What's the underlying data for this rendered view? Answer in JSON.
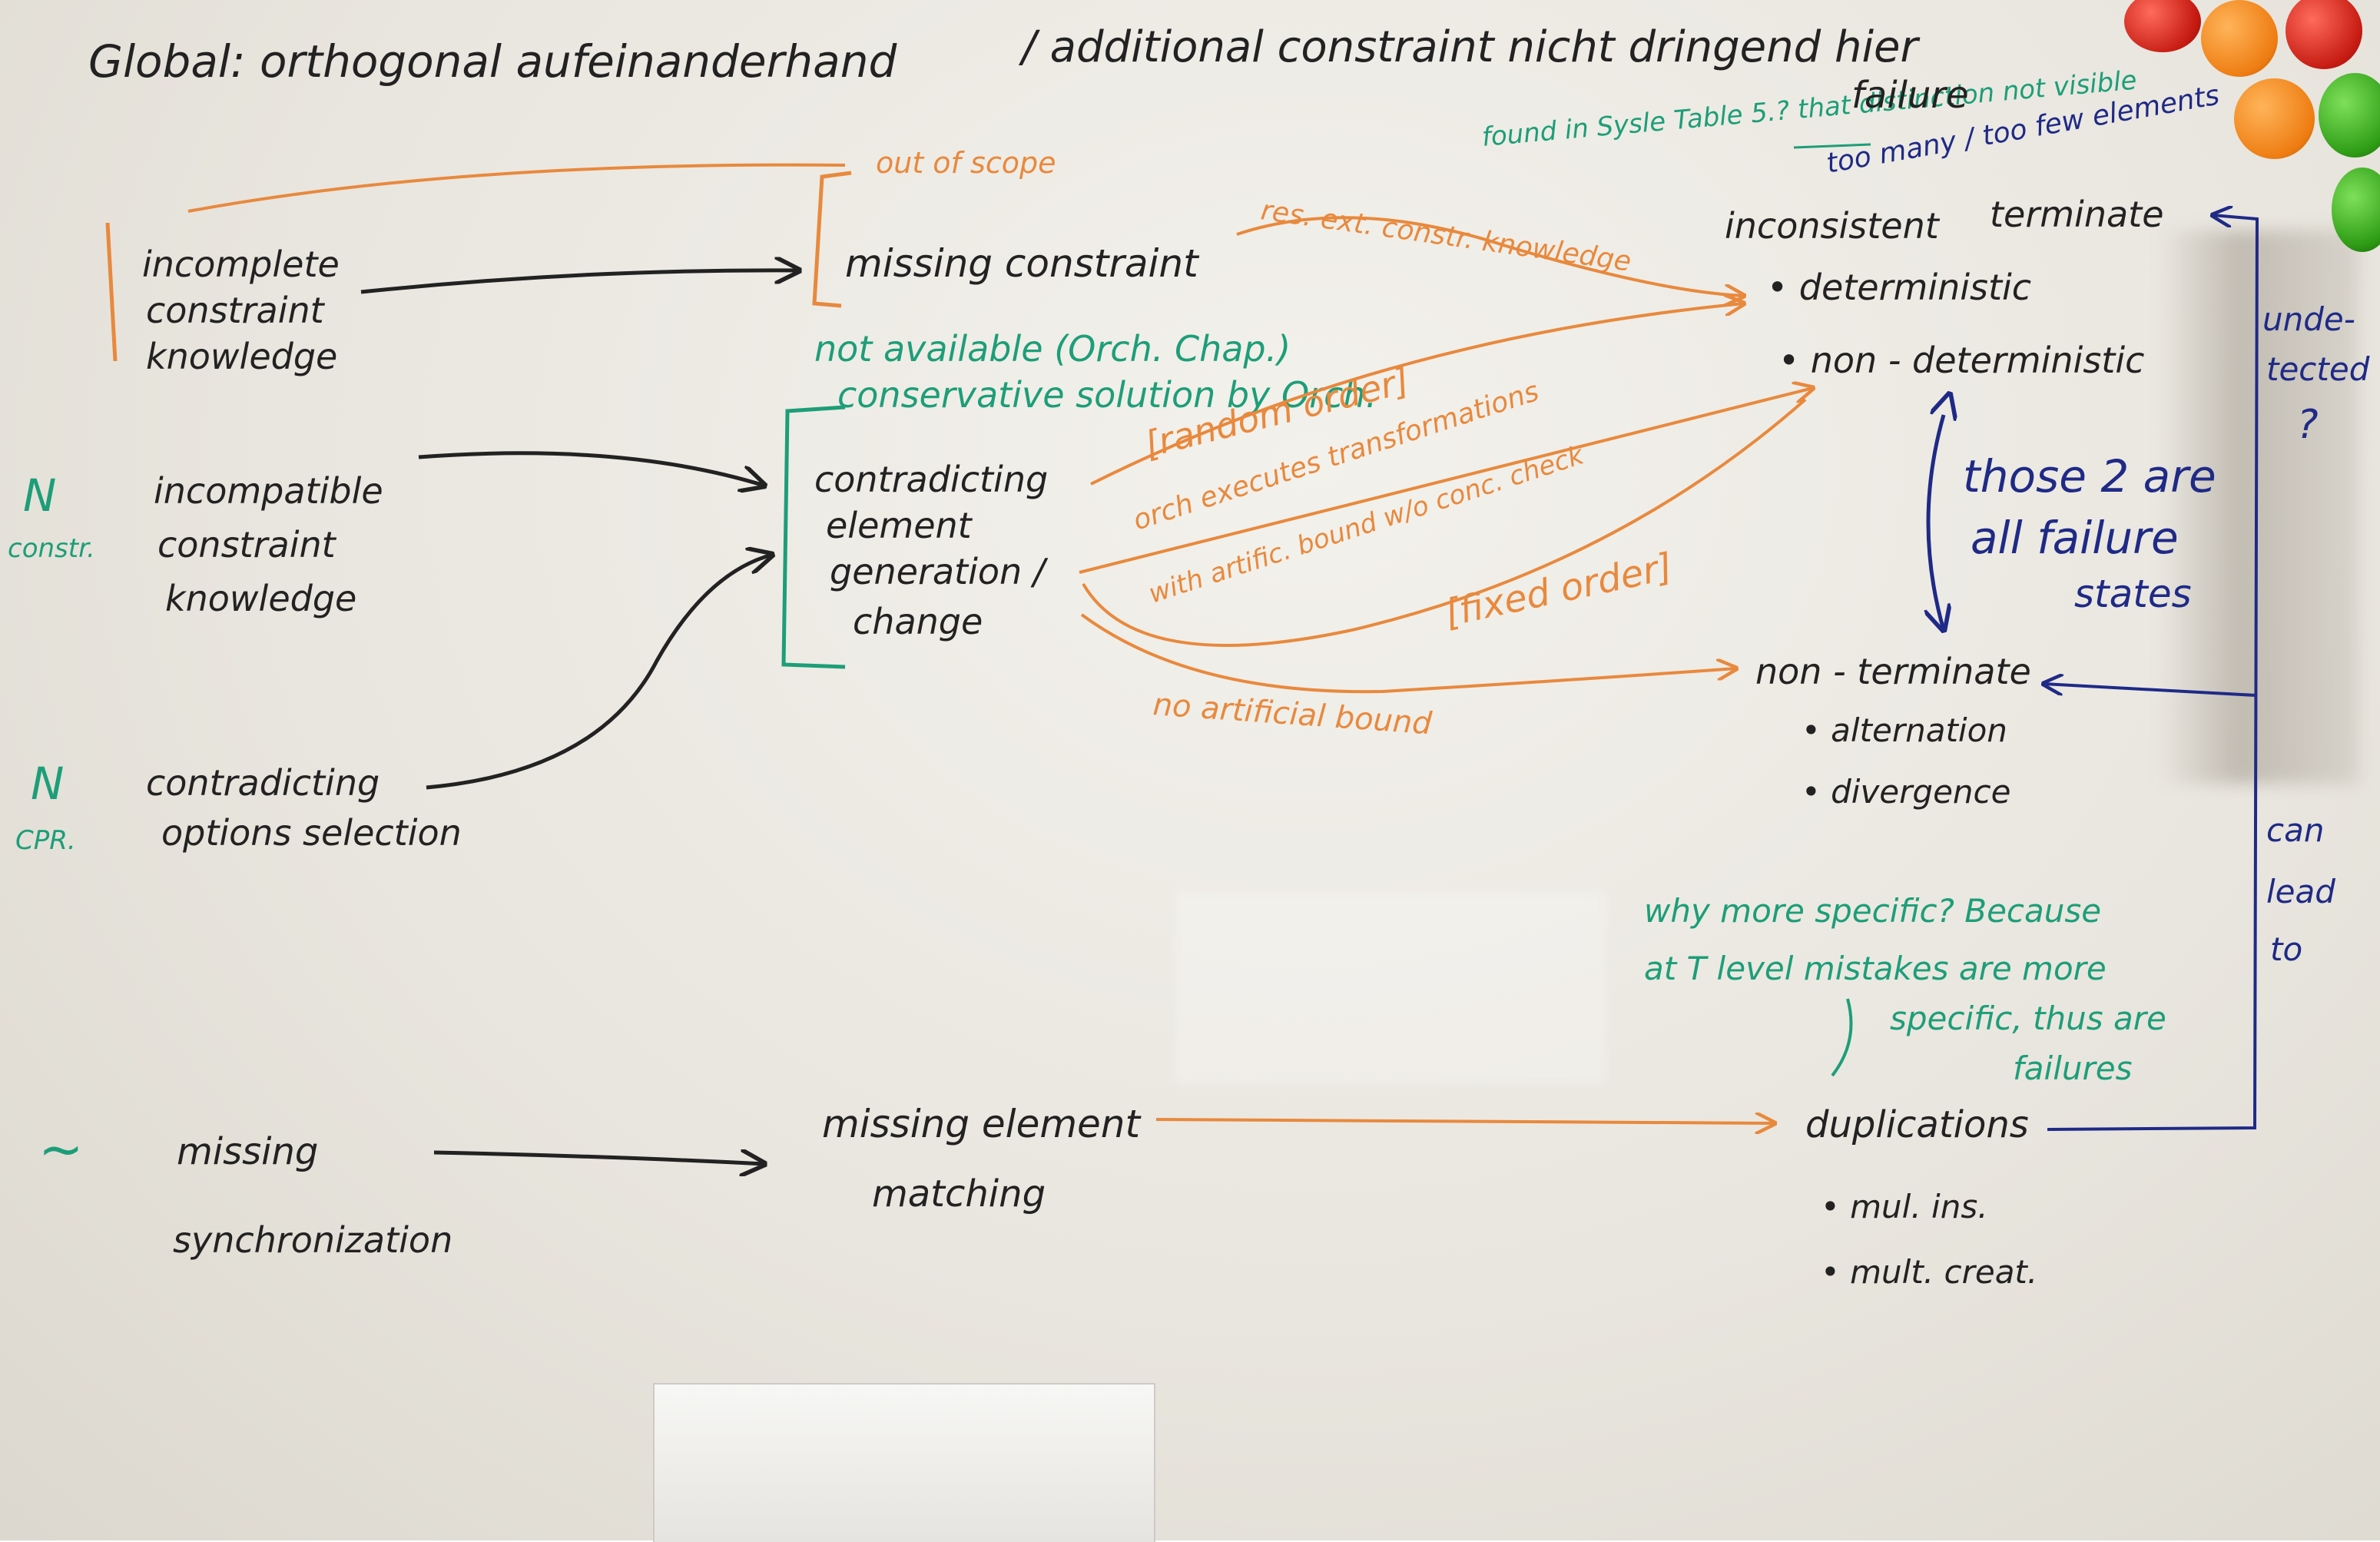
{
  "colors": {
    "black_marker": "#222222",
    "orange_marker": "#e8893d",
    "green_marker": "#1d9e78",
    "blue_marker": "#1f2a86"
  },
  "header": {
    "left": "Global: orthogonal aufeinanderhand",
    "right": "/ additional constraint nicht dringend hier"
  },
  "causes": {
    "incomplete": [
      "incomplete",
      "constraint",
      "knowledge"
    ],
    "incompatible": [
      "incompatible",
      "constraint",
      "knowledge"
    ],
    "contradicting": [
      "contradicting",
      "options selection"
    ],
    "missing_sync": [
      "missing",
      "synchronization"
    ],
    "marker_incompatible": [
      "N",
      "constr."
    ],
    "marker_contradicting": [
      "N",
      "CPR."
    ],
    "marker_missing_sync": "~"
  },
  "middle": {
    "out_of_scope": "out of scope",
    "missing_constraint": "missing constraint",
    "not_available": "not available (Orch. Chap.)",
    "conservative": "conservative solution by Orch.",
    "contradicting_change": [
      "contradicting",
      "element",
      "generation /",
      "change"
    ],
    "missing_element_matching": [
      "missing element",
      "matching"
    ]
  },
  "edges": {
    "res_ext": "res. ext. constr. knowledge",
    "random_order": "[random order]",
    "orch_executes": "orch executes transformations",
    "with_artificial": "with artific. bound w/o conc. check",
    "fixed_order": "[fixed order]",
    "no_artificial": "no artificial bound"
  },
  "effects": {
    "found_in": "found in Sysle Table 5.? that distinction not visible",
    "failure": "failure",
    "too_many": "too many / too few elements",
    "inconsistent": "inconsistent",
    "terminate": "terminate",
    "deterministic": "• deterministic",
    "non_deterministic": "• non - deterministic",
    "these_two": [
      "those 2 are",
      "all failure",
      "states"
    ],
    "non_terminate": "non - terminate",
    "alternation": "• alternation",
    "divergence": "• divergence",
    "why_more": [
      "why more specific? Because",
      "at T level mistakes are more",
      "specific, thus are",
      "failures"
    ],
    "duplications": "duplications",
    "mul_ins": "• mul. ins.",
    "mult_creat": "• mult. creat."
  },
  "side": {
    "undetected": [
      "unde-",
      "tected",
      "?"
    ],
    "can_lead_to": [
      "can",
      "lead",
      "to"
    ]
  }
}
